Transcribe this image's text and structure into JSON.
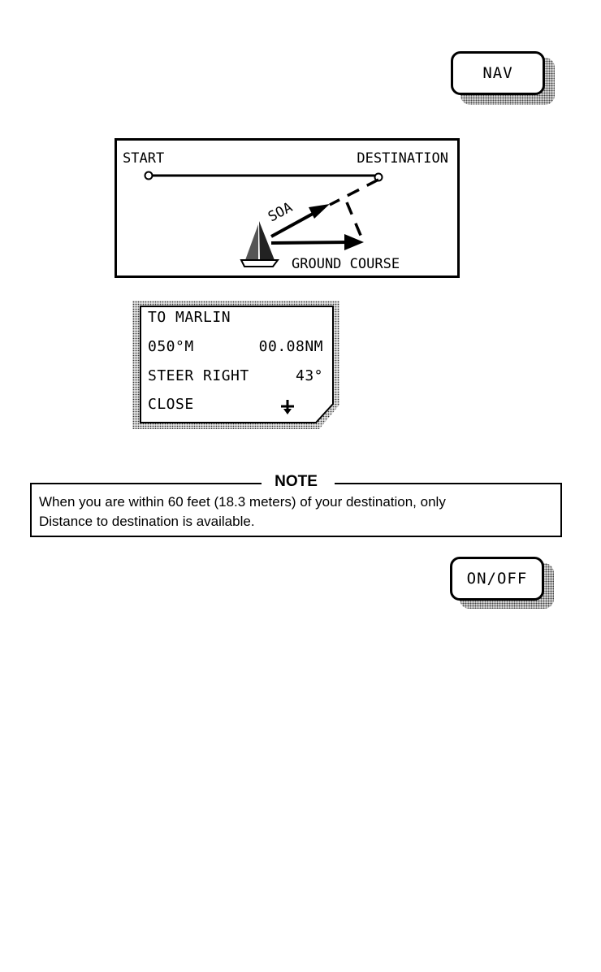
{
  "keys": {
    "nav": "NAV",
    "onoff": "ON/OFF"
  },
  "diagram": {
    "start": "START",
    "destination": "DESTINATION",
    "soa": "SOA",
    "ground_course": "GROUND COURSE"
  },
  "lcd": {
    "line1": "TO MARLIN",
    "bearing": "050°M",
    "distance": "00.08NM",
    "steer": "STEER RIGHT",
    "steer_angle": "43°",
    "close": "CLOSE",
    "arrow_icon": "down-arrow-icon"
  },
  "note": {
    "title": "NOTE",
    "line1": "When you are within 60 feet (18.3 meters) of your destination, only",
    "line2": "Distance to destination is available."
  }
}
